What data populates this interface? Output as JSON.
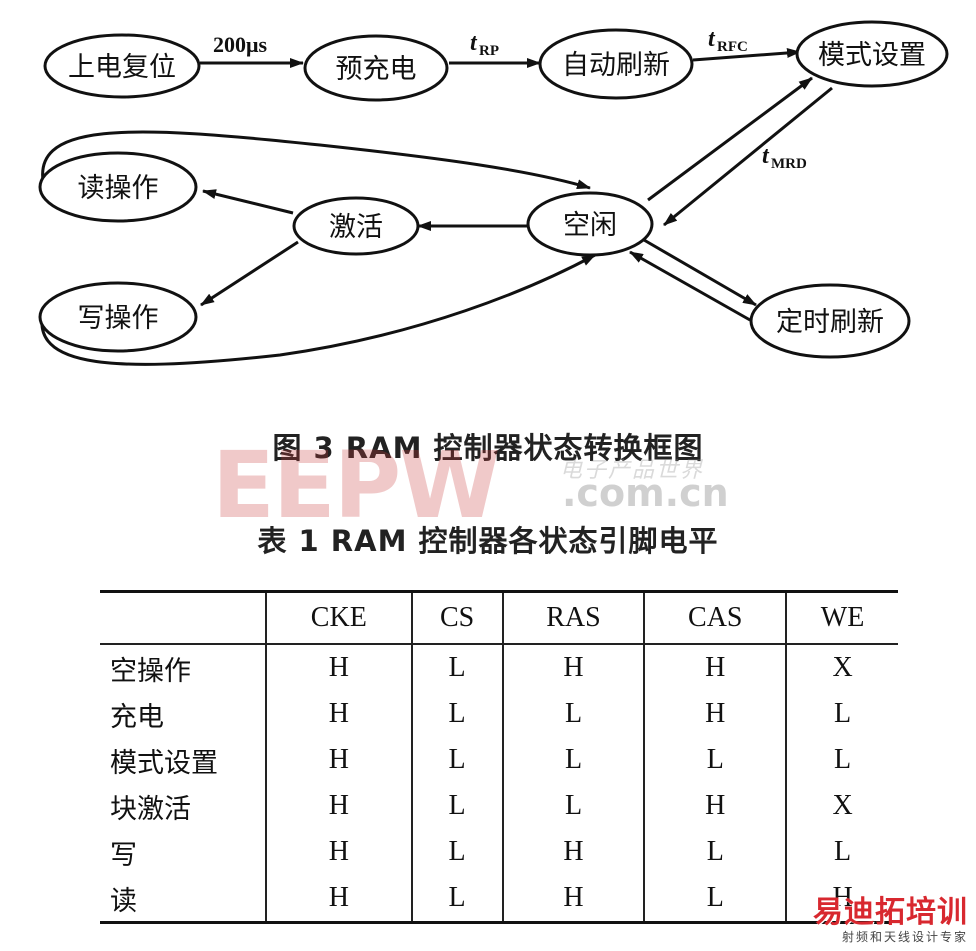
{
  "diagram": {
    "nodes": {
      "power_on_reset": "上电复位",
      "precharge": "预充电",
      "auto_refresh": "自动刷新",
      "mode_set": "模式设置",
      "read_op": "读操作",
      "activate": "激活",
      "idle": "空闲",
      "write_op": "写操作",
      "timed_refresh": "定时刷新"
    },
    "edge_labels": {
      "e200": "200μs",
      "t_rp_main": "t",
      "t_rp_sub": "RP",
      "t_rfc_main": "t",
      "t_rfc_sub": "RFC",
      "t_mrd_main": "t",
      "t_mrd_sub": "MRD"
    },
    "caption": "图 3   RAM 控制器状态转换框图"
  },
  "table": {
    "caption": "表 1   RAM 控制器各状态引脚电平",
    "columns": [
      "",
      "CKE",
      "CS",
      "RAS",
      "CAS",
      "WE"
    ],
    "rows": [
      {
        "state": "空操作",
        "values": [
          "H",
          "L",
          "H",
          "H",
          "X"
        ]
      },
      {
        "state": "充电",
        "values": [
          "H",
          "L",
          "L",
          "H",
          "L"
        ]
      },
      {
        "state": "模式设置",
        "values": [
          "H",
          "L",
          "L",
          "L",
          "L"
        ]
      },
      {
        "state": "块激活",
        "values": [
          "H",
          "L",
          "L",
          "H",
          "X"
        ]
      },
      {
        "state": "写",
        "values": [
          "H",
          "L",
          "H",
          "L",
          "L"
        ]
      },
      {
        "state": "读",
        "values": [
          "H",
          "L",
          "H",
          "L",
          "H"
        ]
      }
    ]
  },
  "watermark": {
    "main": "EEPW",
    "site": ".com.cn",
    "cn": "电子产品世界"
  },
  "logo": {
    "title": "易迪拓培训",
    "subtitle": "射频和天线设计专家"
  }
}
